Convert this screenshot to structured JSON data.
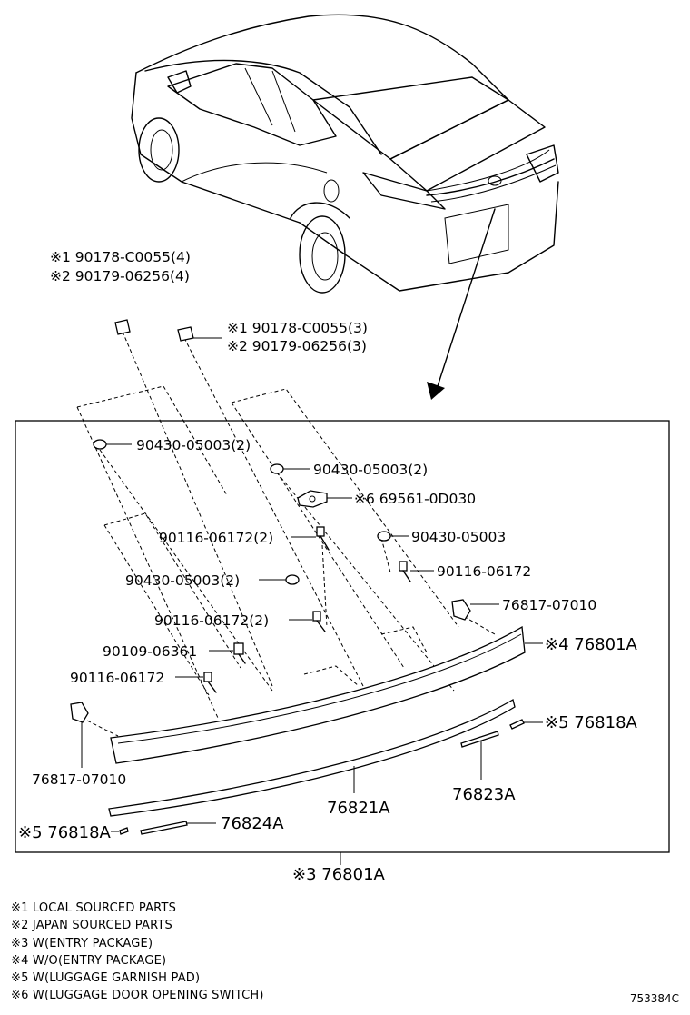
{
  "labels": {
    "clip_a_1": "※1 90178-C0055(4)",
    "clip_a_2": "※2 90179-06256(4)",
    "clip_b_1": "※1 90178-C0055(3)",
    "clip_b_2": "※2 90179-06256(3)",
    "nut_1": "90430-05003(2)",
    "nut_2": "90430-05003(2)",
    "switch": "※6 69561-0D030",
    "bolt_1": "90116-06172(2)",
    "nut_3": "90430-05003",
    "nut_4": "90430-05003(2)",
    "bolt_2": "90116-06172",
    "bolt_3": "90116-06172(2)",
    "clip_r": "76817-07010",
    "screw": "90109-06361",
    "garnish_4": "※4 76801A",
    "bolt_4": "90116-06172",
    "pad_r": "※5 76818A",
    "clip_l": "76817-07010",
    "seal_r": "76823A",
    "moulding": "76821A",
    "pad_l": "※5 76818A",
    "seal_l": "76824A",
    "garnish_3": "※3 76801A"
  },
  "notes": [
    "※1 LOCAL SOURCED PARTS",
    "※2 JAPAN SOURCED PARTS",
    "※3 W(ENTRY PACKAGE)",
    "※4 W/O(ENTRY PACKAGE)",
    "※5 W(LUGGAGE GARNISH PAD)",
    "※6 W(LUGGAGE DOOR OPENING SWITCH)"
  ],
  "drawing_number": "753384C"
}
